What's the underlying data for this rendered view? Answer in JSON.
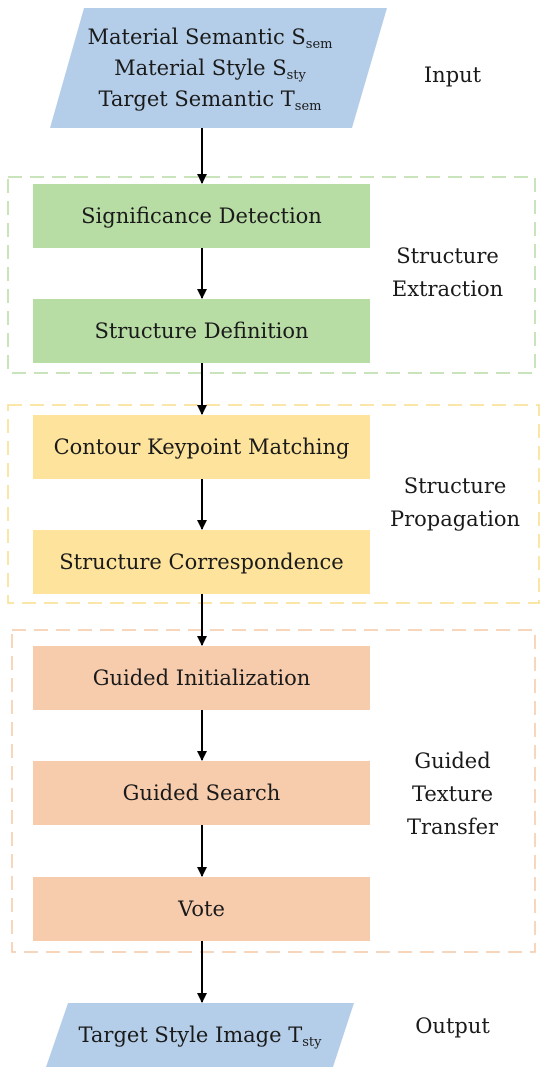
{
  "colors": {
    "io_fill": "#b4cde8",
    "green_fill": "#b7dca4",
    "yellow_fill": "#fde39c",
    "orange_fill": "#f7ccad",
    "green_border": "#b7dca4",
    "yellow_border": "#f9dd8a",
    "orange_border": "#f5c9a6",
    "arrow": "#000000"
  },
  "input": {
    "line1": {
      "text": "Material Semantic S",
      "sub": "sem"
    },
    "line2": {
      "text": "Material Style S",
      "sub": "sty"
    },
    "line3": {
      "text": "Target Semantic T",
      "sub": "sem"
    },
    "label": "Input"
  },
  "groups": {
    "structure_extraction": {
      "label_line1": "Structure",
      "label_line2": "Extraction",
      "steps": [
        "Significance Detection",
        "Structure Definition"
      ]
    },
    "structure_propagation": {
      "label_line1": "Structure",
      "label_line2": "Propagation",
      "steps": [
        "Contour Keypoint Matching",
        "Structure Correspondence"
      ]
    },
    "guided_texture_transfer": {
      "label_line1": "Guided",
      "label_line2": "Texture",
      "label_line3": "Transfer",
      "steps": [
        "Guided Initialization",
        "Guided Search",
        "Vote"
      ]
    }
  },
  "output": {
    "line1": {
      "text": "Target Style Image T",
      "sub": "sty"
    },
    "label": "Output"
  }
}
